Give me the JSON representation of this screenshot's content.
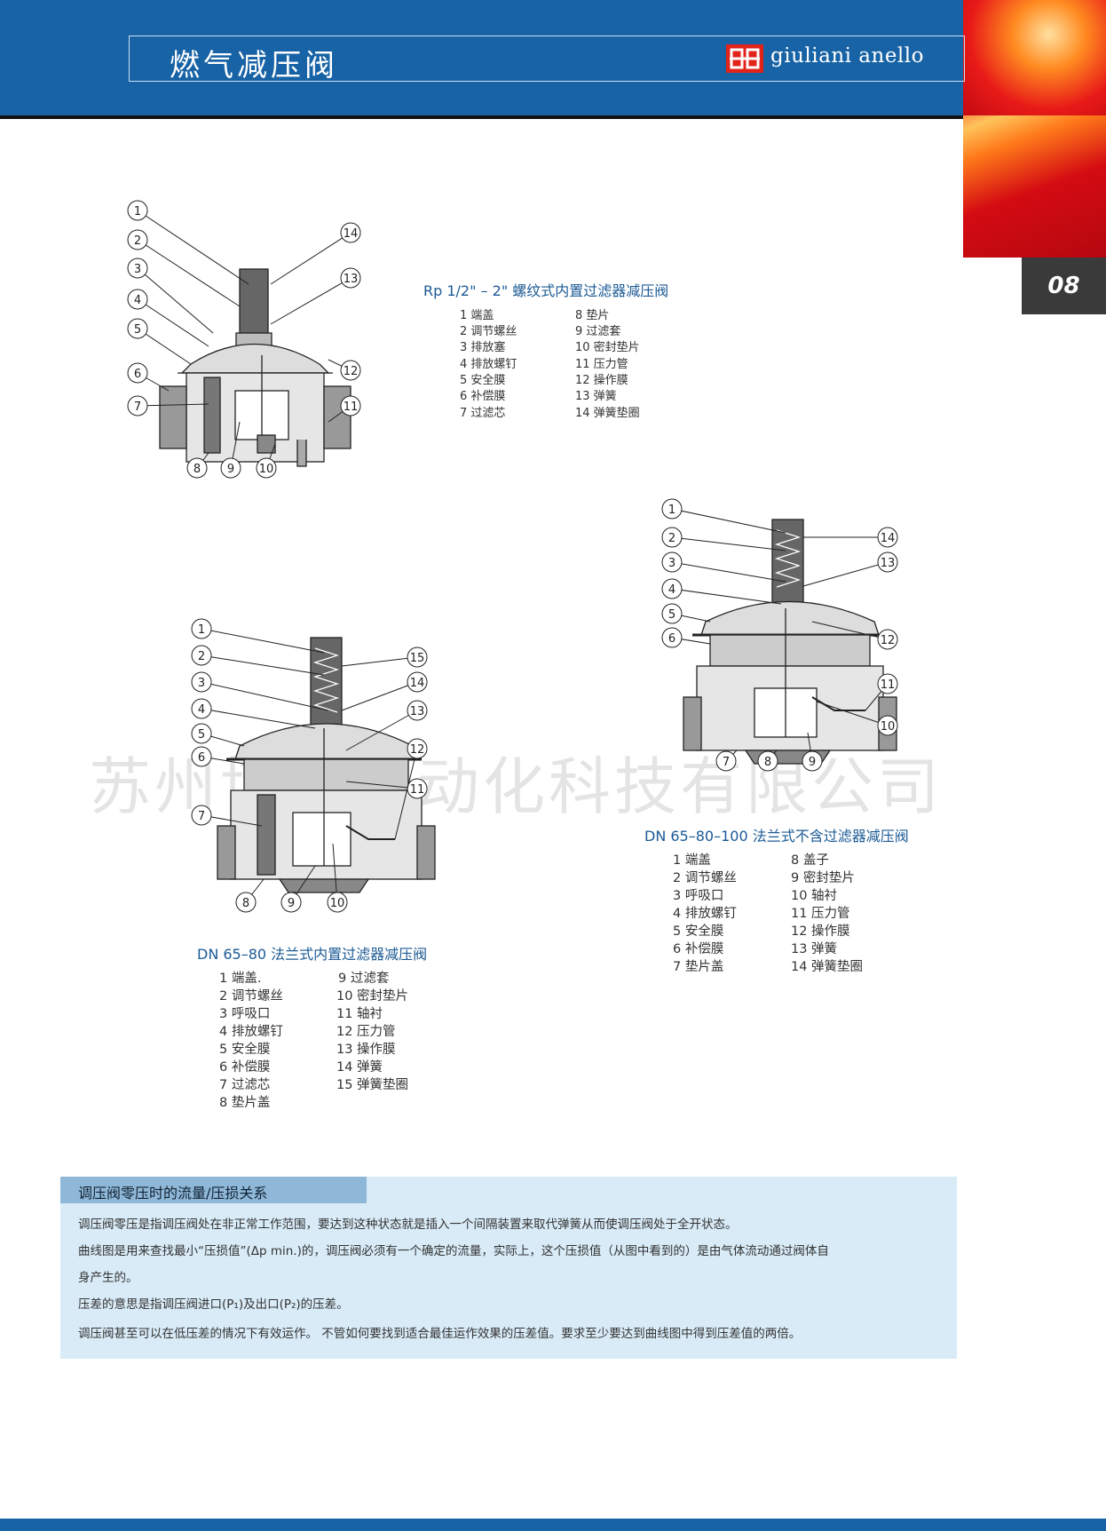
{
  "header": {
    "title": "燃气减压阀",
    "brand": "giuliani anello",
    "page_number": "08",
    "brand_color": "#1763a6"
  },
  "diagram1": {
    "caption": "Rp 1/2\" – 2\"  螺纹式内置过滤器减压阀",
    "callouts": [
      "1",
      "2",
      "3",
      "4",
      "5",
      "6",
      "7",
      "8",
      "9",
      "10",
      "11",
      "12",
      "13",
      "14"
    ],
    "parts_left": [
      "1  端盖",
      "2  调节螺丝",
      "3  排放塞",
      "4  排放螺钉",
      "5  安全膜",
      "6  补偿膜",
      "7  过滤芯"
    ],
    "parts_right": [
      "8    垫片",
      "9    过滤套",
      "10  密封垫片",
      "11  压力管",
      "12  操作膜",
      "13  弹簧",
      "14  弹簧垫圈"
    ]
  },
  "diagram2": {
    "caption": "DN 65–80 法兰式内置过滤器减压阀",
    "callouts": [
      "1",
      "2",
      "3",
      "4",
      "5",
      "6",
      "7",
      "8",
      "9",
      "10",
      "11",
      "12",
      "13",
      "14",
      "15"
    ],
    "parts_left": [
      "1  端盖.",
      "2  调节螺丝",
      "3  呼吸口",
      "4  排放螺钉",
      "5  安全膜",
      "6  补偿膜",
      "7  过滤芯",
      "8  垫片盖"
    ],
    "parts_right": [
      "9   过滤套",
      "10  密封垫片",
      "11  轴衬",
      "12  压力管",
      "13  操作膜",
      "14  弹簧",
      "15  弹簧垫圈"
    ]
  },
  "diagram3": {
    "caption": "DN 65–80–100 法兰式不含过滤器减压阀",
    "callouts": [
      "1",
      "2",
      "3",
      "4",
      "5",
      "6",
      "7",
      "8",
      "9",
      "10",
      "11",
      "12",
      "13",
      "14"
    ],
    "parts_left": [
      "1  端盖",
      "2  调节螺丝",
      "3  呼吸口",
      "4  排放螺钉",
      "5  安全膜",
      "6  补偿膜",
      "7  垫片盖"
    ],
    "parts_right": [
      "8  盖子",
      "9 密封垫片",
      "10 轴衬",
      "11 压力管",
      "12 操作膜",
      "13 弹簧",
      "14 弹簧垫圈"
    ]
  },
  "watermark": "苏州博国自动化科技有限公司",
  "info": {
    "title": "调压阀零压时的流量/压损关系",
    "lines": [
      "调压阀零压是指调压阀处在非正常工作范围，要达到这种状态就是插入一个间隔装置来取代弹簧从而使调压阀处于全开状态。",
      "曲线图是用来查找最小“压损值”(Δp min.)的，调压阀必须有一个确定的流量，实际上，这个压损值（从图中看到的）是由气体流动通过阀体自",
      "身产生的。",
      "压差的意思是指调压阀进口(P₁)及出口(P₂)的压差。",
      "调压阀甚至可以在低压差的情况下有效运作。 不管如何要找到适合最佳运作效果的压差值。要求至少要达到曲线图中得到压差值的两倍。"
    ]
  }
}
